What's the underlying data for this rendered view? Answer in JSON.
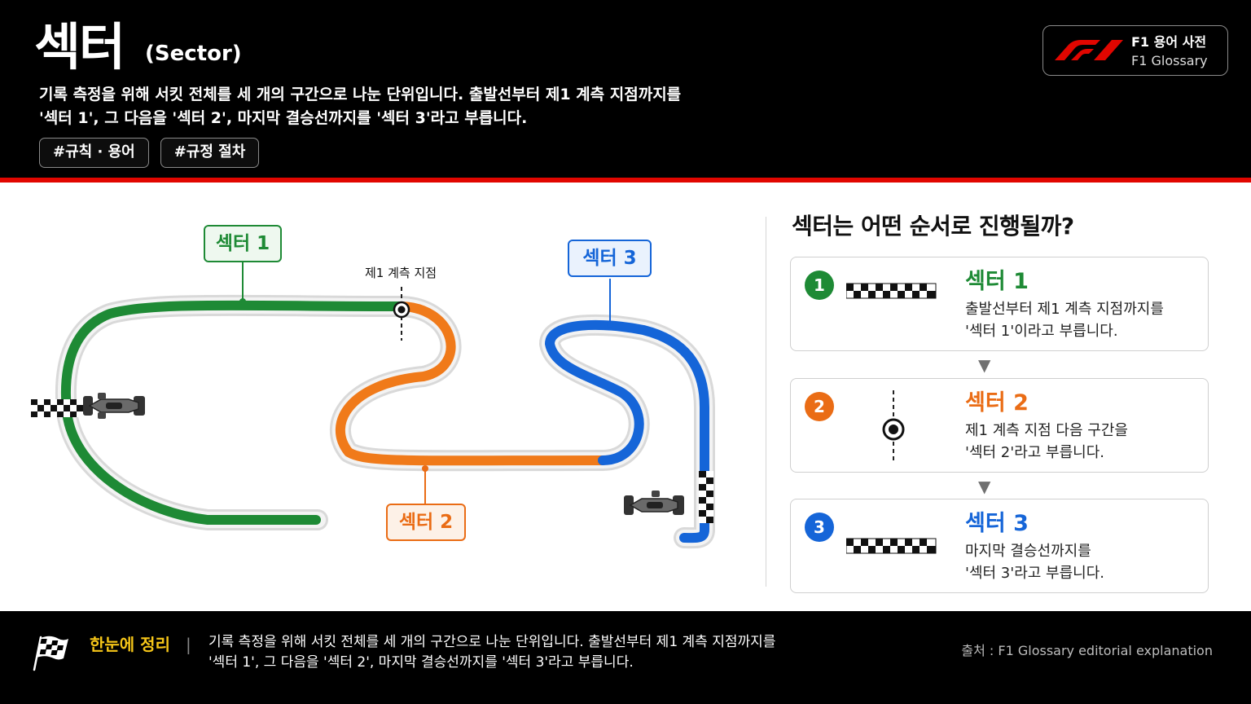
{
  "header": {
    "title": "섹터",
    "subtitle": "(Sector)",
    "description_lines": [
      "기록 측정을 위해 서킷 전체를 세 개의 구간으로 나눈 단위입니다. 출발선부터 제1 계측 지점까지를",
      "'섹터 1', 그 다음을 '섹터 2', 마지막 결승선까지를 '섹터 3'라고 부릅니다."
    ],
    "tags": [
      "#규칙 · 용어",
      "#규정 절차"
    ],
    "brand": {
      "line1": "F1 용어 사전",
      "line2": "F1 Glossary",
      "logo": "f1-logo",
      "color": "#e10600"
    }
  },
  "diagram": {
    "sector1_label": "섹터 1",
    "sector2_label": "섹터 2",
    "sector3_label": "섹터 3",
    "checkpoint_label": "제1 계측 지점",
    "colors": {
      "sector1": "#1e8a35",
      "sector2": "#f07a1a",
      "sector3": "#1565d8"
    },
    "icons": [
      "checkered-flag-icon",
      "race-car-icon",
      "checkpoint-marker-icon"
    ]
  },
  "panel": {
    "title": "섹터는 어떤 순서로 진행될까?",
    "cards": [
      {
        "number": "1",
        "title": "섹터 1",
        "color": "#1e8a35",
        "icon": "checkered-line-icon",
        "desc": [
          "출발선부터 제1 계측 지점까지를",
          "'섹터 1'이라고 부릅니다."
        ]
      },
      {
        "number": "2",
        "title": "섹터 2",
        "color": "#ea6c15",
        "icon": "checkpoint-marker-icon",
        "desc": [
          "제1 계측 지점 다음 구간을",
          "'섹터 2'라고 부릅니다."
        ]
      },
      {
        "number": "3",
        "title": "섹터 3",
        "color": "#1565d8",
        "icon": "checkered-line-icon",
        "desc": [
          "마지막 결승선까지를",
          "'섹터 3'라고 부릅니다."
        ]
      }
    ],
    "arrow": "▼"
  },
  "footer": {
    "label": "한눈에 정리",
    "separator": "|",
    "text_lines": [
      "기록 측정을 위해 서킷 전체를 세 개의 구간으로 나눈 단위입니다. 출발선부터 제1 계측 지점까지를",
      "'섹터 1', 그 다음을 '섹터 2', 마지막 결승선까지를 '섹터 3'라고 부릅니다."
    ],
    "source": "출처 : F1 Glossary editorial explanation"
  }
}
